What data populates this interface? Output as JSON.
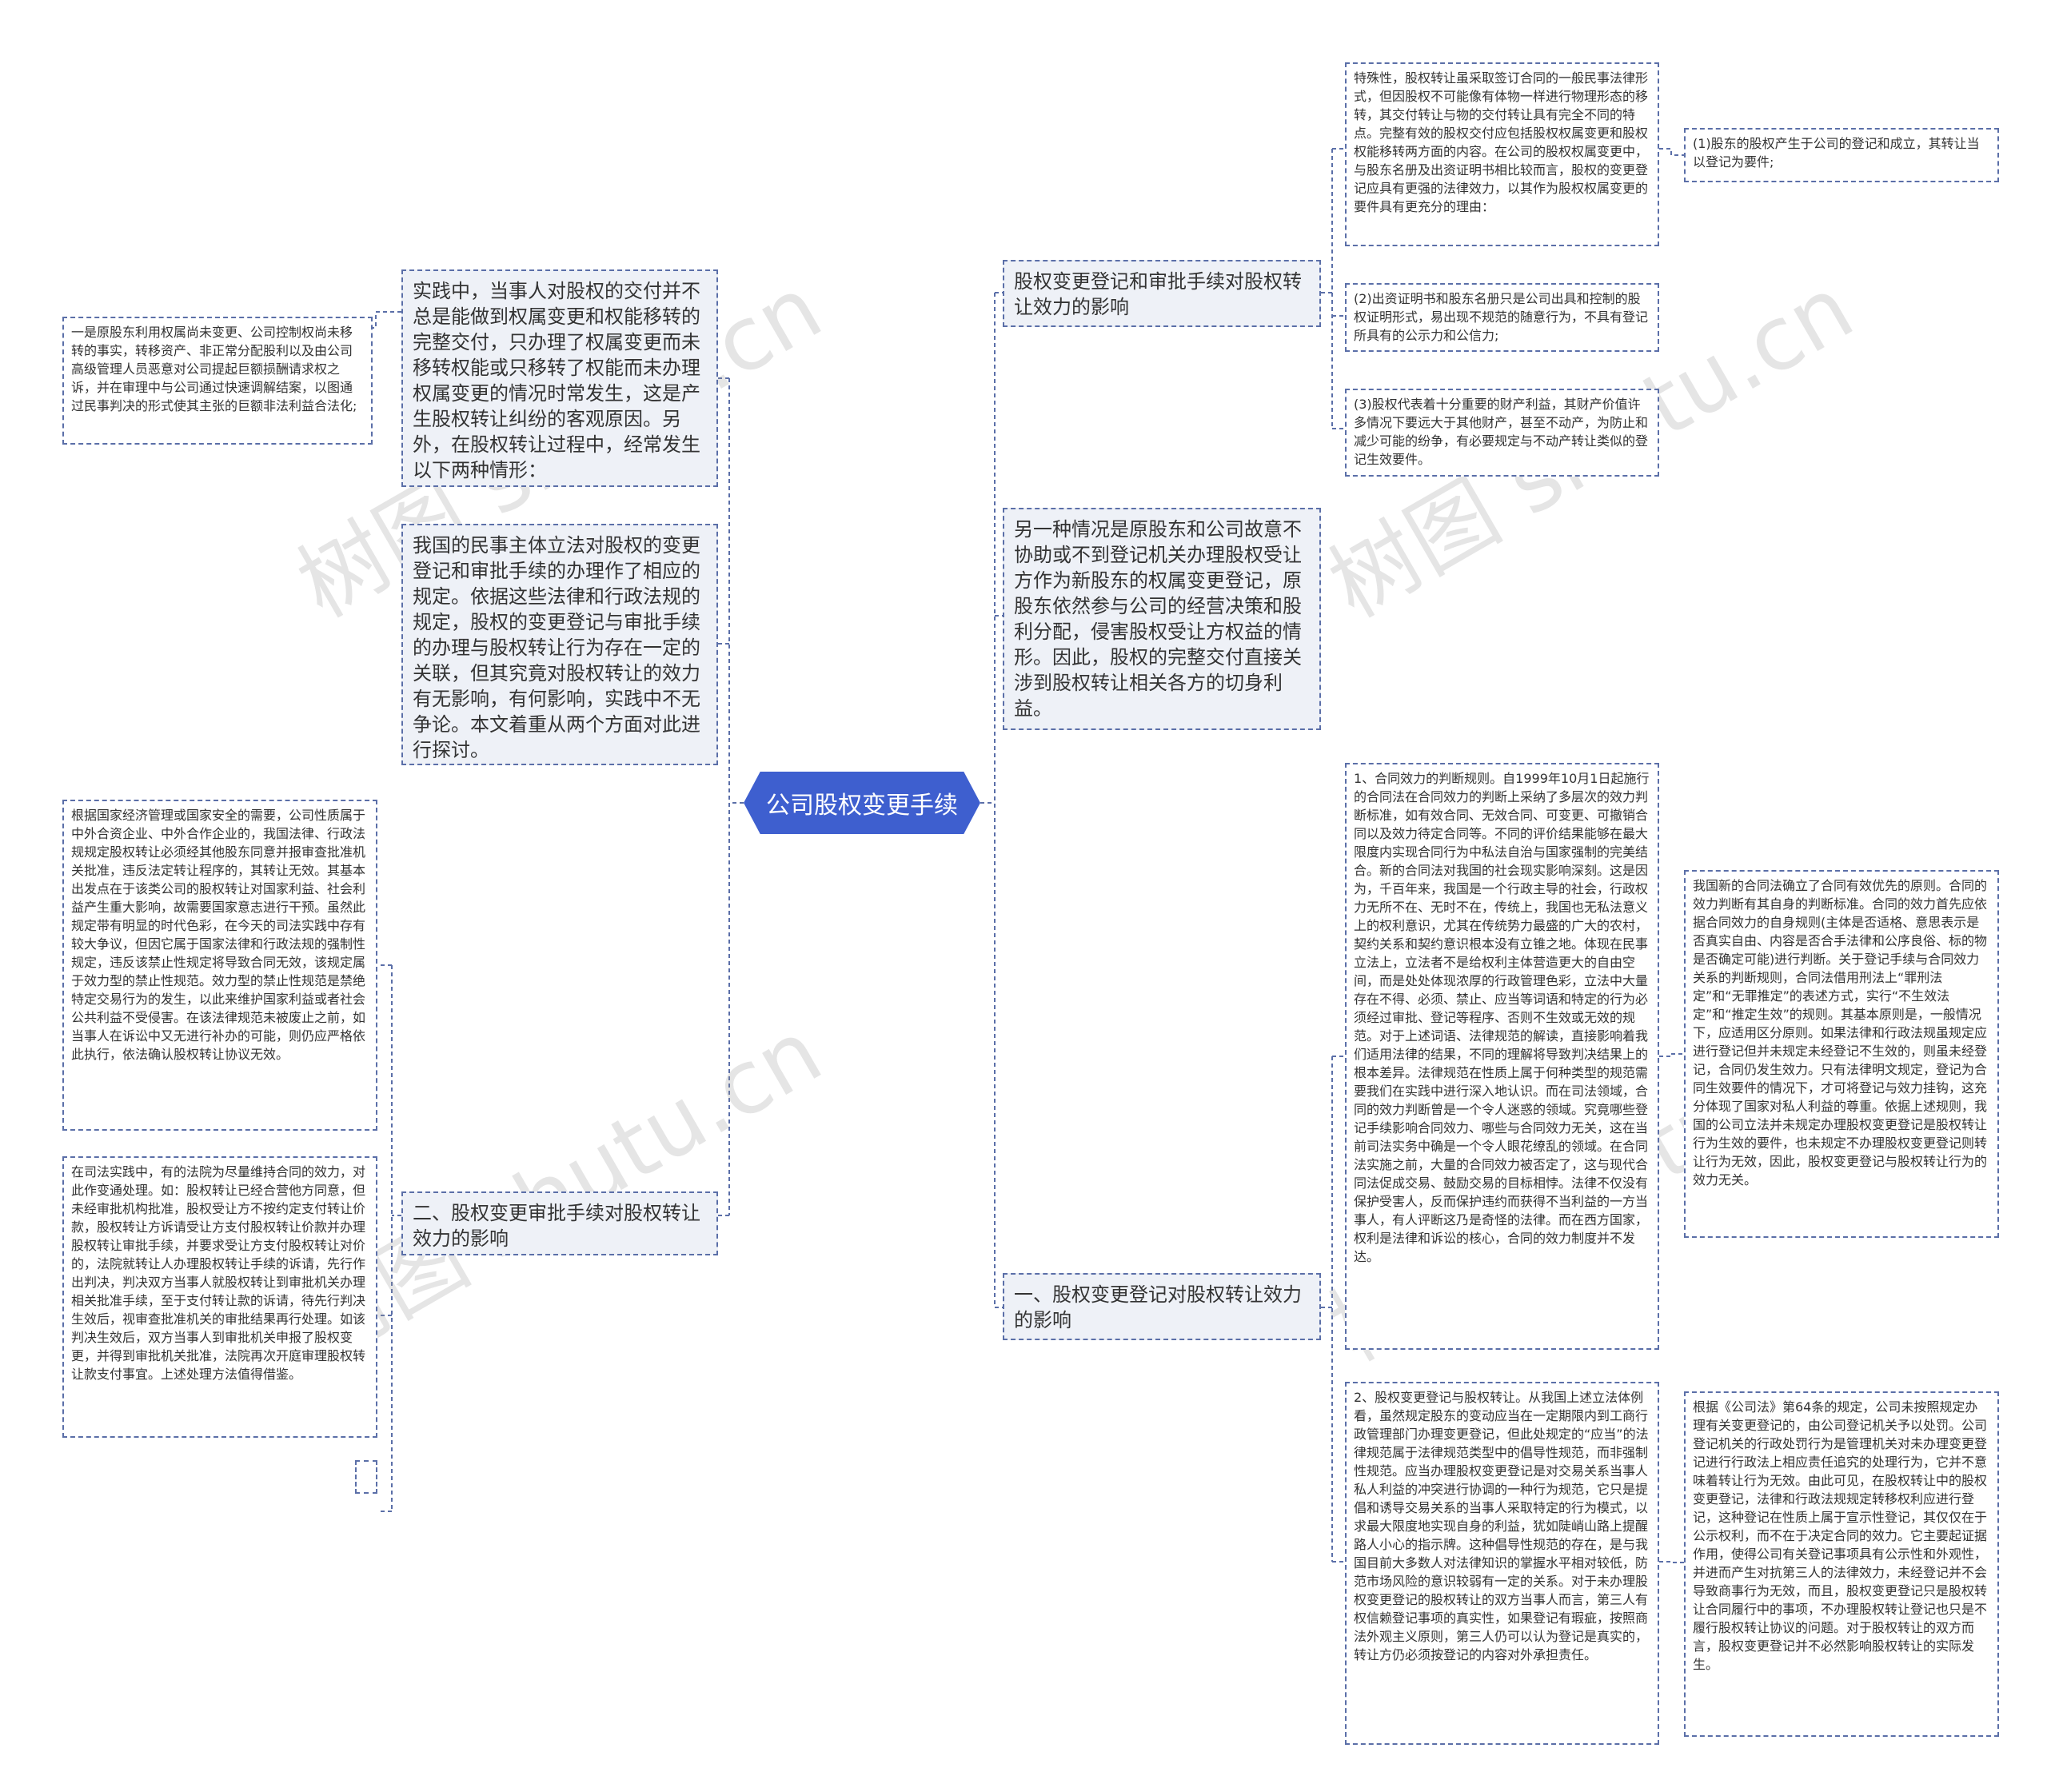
{
  "root": {
    "label": "公司股权变更手续"
  },
  "left": {
    "practice": {
      "label": "实践中，当事人对股权的交付并不总是能做到权属变更和权能移转的完整交付，只办理了权属变更而未移转权能或只移转了权能而未办理权属变更的情况时常发生，这是产生股权转让纠纷的客观原因。另外，在股权转让过程中，经常发生以下两种情形：",
      "child": "一是原股东利用权属尚未变更、公司控制权尚未移转的事实，转移资产、非正常分配股利以及由公司高级管理人员恶意对公司提起巨额损酬请求权之诉，并在审理中与公司通过快速调解结案，以图通过民事判决的形式使其主张的巨额非法利益合法化;"
    },
    "intro": {
      "label": "我国的民事主体立法对股权的变更登记和审批手续的办理作了相应的规定。依据这些法律和行政法规的规定，股权的变更登记与审批手续的办理与股权转让行为存在一定的关联，但其究竟对股权转让的效力有无影响，有何影响，实践中不无争论。本文着重从两个方面对此进行探讨。"
    },
    "approval": {
      "label": "二、股权变更审批手续对股权转让效力的影响",
      "children": [
        "根据国家经济管理或国家安全的需要，公司性质属于中外合资企业、中外合作企业的，我国法律、行政法规规定股权转让必须经其他股东同意并报审查批准机关批准，违反法定转让程序的，其转让无效。其基本出发点在于该类公司的股权转让对国家利益、社会利益产生重大影响，故需要国家意志进行干预。虽然此规定带有明显的时代色彩，在今天的司法实践中存有较大争议，但因它属于国家法律和行政法规的强制性规定，违反该禁止性规定将导致合同无效，该规定属于效力型的禁止性规范。效力型的禁止性规范是禁绝特定交易行为的发生，以此来维护国家利益或者社会公共利益不受侵害。在该法律规范未被废止之前，如当事人在诉讼中又无进行补办的可能，则仍应严格依此执行，依法确认股权转让协议无效。",
        "在司法实践中，有的法院为尽量维持合同的效力，对此作变通处理。如：股权转让已经合营他方同意，但未经审批机构批准，股权受让方不按约定支付转让价款，股权转让方诉请受让方支付股权转让价款并办理股权转让审批手续，并要求受让方支付股权转让对价的，法院就转让人办理股权转让手续的诉请，先行作出判决，判决双方当事人就股权转让到审批机关办理相关批准手续，至于支付转让款的诉请，待先行判决生效后，视审查批准机关的审批结果再行处理。如该判决生效后，双方当事人到审批机关申报了股权变更，并得到审批机关批准，法院再次开庭审理股权转让款支付事宜。上述处理方法值得借鉴。"
      ]
    }
  },
  "right": {
    "registration": {
      "label": "股权变更登记和审批手续对股权转让效力的影响",
      "children": [
        "特殊性，股权转让虽采取签订合同的一般民事法律形式，但因股权不可能像有体物一样进行物理形态的移转，其交付转让与物的交付转让具有完全不同的特点。完整有效的股权交付应包括股权权属变更和股权权能移转两方面的内容。在公司的股权权属变更中，与股东名册及出资证明书相比较而言，股权的变更登记应具有更强的法律效力，以其作为股权权属变更的要件具有更充分的理由：",
        "(2)出资证明书和股东名册只是公司出具和控制的股权证明形式，易出现不规范的随意行为，不具有登记所具有的公示力和公信力;",
        "(3)股权代表着十分重要的财产利益，其财产价值许多情况下要远大于其他财产，甚至不动产，为防止和减少可能的纷争，有必要规定与不动产转让类似的登记生效要件。"
      ],
      "grandchild": "(1)股东的股权产生于公司的登记和成立，其转让当以登记为要件;"
    },
    "other": {
      "label": "另一种情况是原股东和公司故意不协助或不到登记机关办理股权受让方作为新股东的权属变更登记，原股东依然参与公司的经营决策和股利分配，侵害股权受让方权益的情形。因此，股权的完整交付直接关涉到股权转让相关各方的切身利益。"
    },
    "part1": {
      "label": "一、股权变更登记对股权转让效力的影响",
      "children": [
        "1、合同效力的判断规则。自1999年10月1日起施行的合同法在合同效力的判断上采纳了多层次的效力判断标准，如有效合同、无效合同、可变更、可撤销合同以及效力待定合同等。不同的评价结果能够在最大限度内实现合同行为中私法自治与国家强制的完美结合。新的合同法对我国的社会现实影响深刻。这是因为，千百年来，我国是一个行政主导的社会，行政权力无所不在、无时不在，传统上，我国也无私法意义上的权利意识，尤其在传统势力最盛的广大的农村，契约关系和契约意识根本没有立锥之地。体现在民事立法上，立法者不是给权利主体营造更大的自由空间，而是处处体现浓厚的行政管理色彩，立法中大量存在不得、必须、禁止、应当等词语和特定的行为必须经过审批、登记等程序、否则不生效或无效的规范。对于上述词语、法律规范的解读，直接影响着我们适用法律的结果，不同的理解将导致判决结果上的根本差异。法律规范在性质上属于何种类型的规范需要我们在实践中进行深入地认识。而在司法领域，合同的效力判断曾是一个令人迷惑的领域。究竟哪些登记手续影响合同效力、哪些与合同效力无关，这在当前司法实务中确是一个令人眼花缭乱的领域。在合同法实施之前，大量的合同效力被否定了，这与现代合同法促成交易、鼓励交易的目标相悖。法律不仅没有保护受害人，反而保护违约而获得不当利益的一方当事人，有人评断这乃是奇怪的法律。而在西方国家，权利是法律和诉讼的核心，合同的效力制度并不发达。",
        "2、股权变更登记与股权转让。从我国上述立法体例看，虽然规定股东的变动应当在一定期限内到工商行政管理部门办理变更登记，但此处规定的“应当”的法律规范属于法律规范类型中的倡导性规范，而非强制性规范。应当办理股权变更登记是对交易关系当事人私人利益的冲突进行协调的一种行为规范，它只是提倡和诱导交易关系的当事人采取特定的行为模式，以求最大限度地实现自身的利益，犹如陡峭山路上提醒路人小心的指示牌。这种倡导性规范的存在，是与我国目前大多数人对法律知识的掌握水平相对较低，防范市场风险的意识较弱有一定的关系。对于未办理股权变更登记的股权转让的双方当事人而言，第三人有权信赖登记事项的真实性，如果登记有瑕疵，按照商法外观主义原则，第三人仍可以认为登记是真实的，转让方仍必须按登记的内容对外承担责任。"
      ],
      "grandchildren": [
        "我国新的合同法确立了合同有效优先的原则。合同的效力判断有其自身的判断标准。合同的效力首先应依据合同效力的自身规则(主体是否适格、意思表示是否真实自由、内容是否合手法律和公序良俗、标的物是否确定可能)进行判断。关于登记手续与合同效力关系的判断规则，合同法借用刑法上“罪刑法定”和“无罪推定”的表述方式，实行“不生效法定”和“推定生效”的规则。其基本原则是，一般情况下，应适用区分原则。如果法律和行政法规虽规定应进行登记但并未规定未经登记不生效的，则虽未经登记，合同仍发生效力。只有法律明文规定，登记为合同生效要件的情况下，才可将登记与效力挂钩，这充分体现了国家对私人利益的尊重。依据上述规则，我国的公司立法并未规定办理股权变更登记是股权转让行为生效的要件，也未规定不办理股权变更登记则转让行为无效，因此，股权变更登记与股权转让行为的效力无关。",
        "根据《公司法》第64条的规定，公司未按照规定办理有关变更登记的，由公司登记机关予以处罚。公司登记机关的行政处罚行为是管理机关对未办理变更登记进行行政法上相应责任追究的处理行为，它并不意味着转让行为无效。由此可见，在股权转让中的股权变更登记，法律和行政法规规定转移权利应进行登记，这种登记在性质上属于宣示性登记，其仅仅在于公示权利，而不在于决定合同的效力。它主要起证据作用，使得公司有关登记事项具有公示性和外观性，并进而产生对抗第三人的法律效力，未经登记并不会导致商事行为无效，而且，股权变更登记只是股权转让合同履行中的事项，不办理股权转让登记也只是不履行股权转让协议的问题。对于股权转让的双方而言，股权变更登记并不必然影响股权转让的实际发生。"
      ]
    }
  },
  "watermarks": [
    "树图 shutu.cn",
    "树图 shutu.cn",
    "树图 shutu.cn",
    "树图 shutu.cn"
  ],
  "colors": {
    "root_fill": "#3e5fcf",
    "line": "#5b6fa8",
    "box_fill": "#eef1f7"
  }
}
